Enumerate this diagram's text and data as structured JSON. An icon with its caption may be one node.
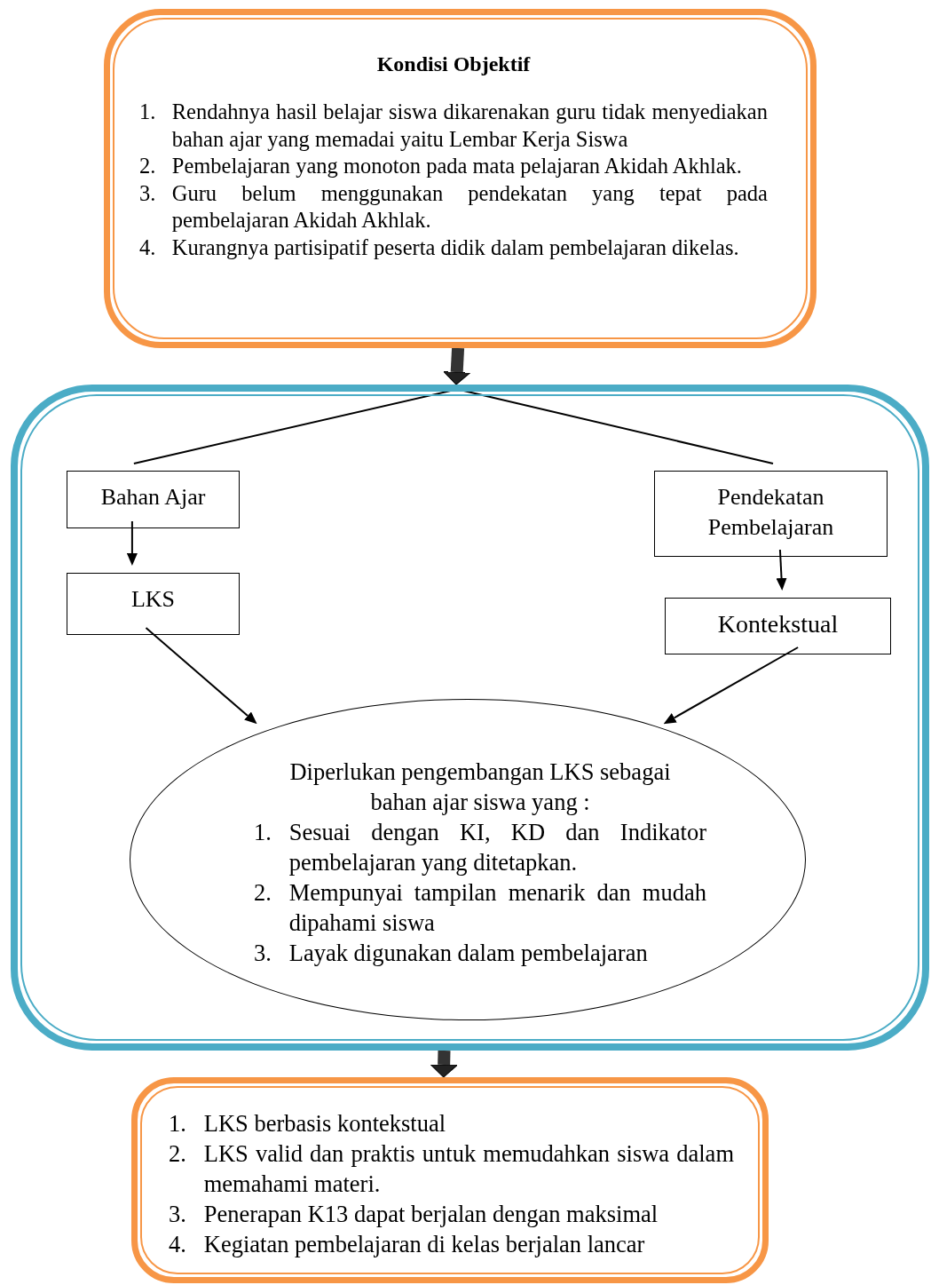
{
  "diagram": {
    "nodes": [
      {
        "text": [
          "Kondisi Objektif",
          "1. Rendahnya hasil belajar siswa dikarenakan guru tidak menyediakan bahan ajar yang memadai yaitu Lembar Kerja Siswa",
          "2. Pembelajaran yang monoton pada mata pelajaran Akidah Akhlak.",
          "3. Guru belum menggunakan pendekatan yang tepat pada pembelajaran Akidah Akhlak.",
          "4. Kurangnya partisipatif peserta didik dalam pembelajaran dikelas."
        ]
      },
      {
        "text": [],
        "shape": "box"
      },
      {
        "text": [
          "Bahan Ajar"
        ],
        "in": 1
      },
      {
        "text": [
          "Pendekatan Pembelajaran"
        ],
        "in": 1
      },
      {
        "text": [
          "LKS"
        ],
        "in": 1
      },
      {
        "text": [
          "Kontekstual"
        ],
        "in": 1
      },
      {
        "text": [
          "Diperlukan pengembangan LKS sebagai bahan ajar siswa yang :",
          "1. Sesuai dengan KI, KD dan Indikator pembelajaran yang ditetapkan.",
          "2. Mempunyai tampilan menarik dan mudah dipahami siswa",
          "3. Layak digunakan dalam pembelajaran"
        ],
        "in": 1
      },
      {
        "text": [
          "1. LKS berbasis kontekstual",
          "2. LKS valid dan praktis untuk memudahkan siswa dalam memahami materi.",
          "3. Penerapan K13 dapat berjalan dengan maksimal",
          "4. Kegiatan pembelajaran di kelas  berjalan lancar"
        ]
      }
    ],
    "edges": [
      {
        "from": 0,
        "to": 1,
        "arrow": "to",
        "style": "thick"
      },
      {
        "from": 1,
        "to": 2,
        "arrow": "none"
      },
      {
        "from": 1,
        "to": 3,
        "arrow": "none"
      },
      {
        "from": 2,
        "to": 4,
        "arrow": "to"
      },
      {
        "from": 3,
        "to": 5,
        "arrow": "to"
      },
      {
        "from": 4,
        "to": 6,
        "arrow": "to"
      },
      {
        "from": 5,
        "to": 6,
        "arrow": "to"
      },
      {
        "from": 1,
        "to": 7,
        "arrow": "to",
        "style": "thick"
      }
    ]
  }
}
